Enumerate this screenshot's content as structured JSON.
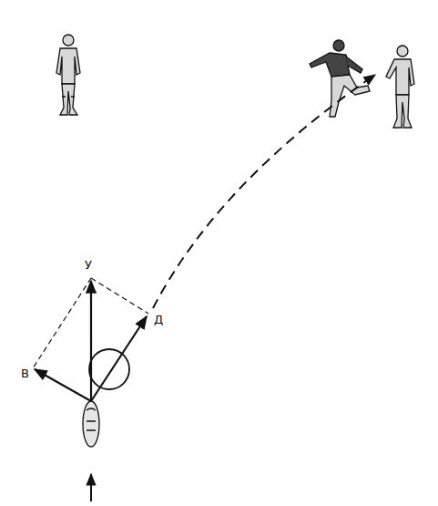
{
  "diagram": {
    "labels": [
      "У",
      "Д",
      "В"
    ]
  }
}
